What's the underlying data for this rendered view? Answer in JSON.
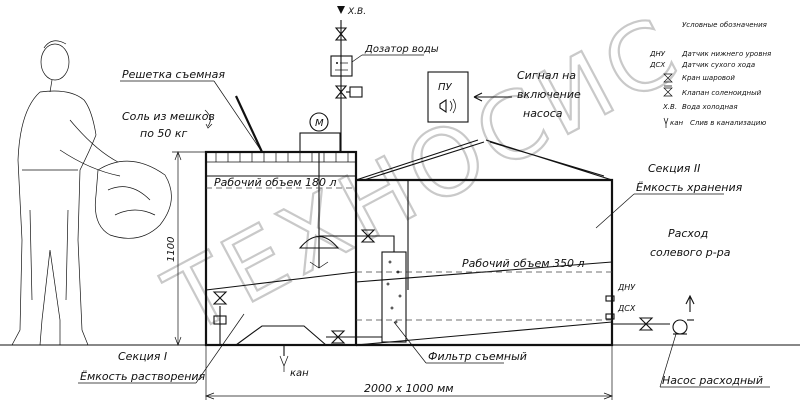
{
  "labels": {
    "cold_water_top": "Х.В.",
    "water_dispenser": "Дозатор воды",
    "legend_title": "Условные обозначения",
    "signal": [
      "Сигнал на",
      "включение",
      "насоса"
    ],
    "control_unit": "ПУ",
    "removable_grid": "Решетка съемная",
    "salt_bags": [
      "Соль из мешков",
      "по 50 кг"
    ],
    "motor": "М",
    "working_volume_1": "Рабочий объем 180 л",
    "working_volume_2": "Рабочий объем 350 л",
    "section_2": "Секция II",
    "storage_tank": "Ёмкость хранения",
    "brine_flow": [
      "Расход",
      "солевого р-ра"
    ],
    "height_dim": "1100",
    "dnu": "ДНУ",
    "dsh": "ДСХ",
    "removable_filter": "Фильтр съемный",
    "section_1": "Секция I",
    "dissolving_tank": "Ёмкость растворения",
    "drain": "кан",
    "size_dim": "2000 х 1000 мм",
    "pump": "Насос расходный"
  },
  "legend": [
    {
      "code": "ДНУ",
      "text": "Датчик нижнего уровня"
    },
    {
      "code": "ДСХ",
      "text": "Датчик сухого хода"
    },
    {
      "code": "",
      "text": "Кран шаровой"
    },
    {
      "code": "",
      "text": "Клапан соленоидный"
    },
    {
      "code": "Х.В.",
      "text": "Вода холодная"
    },
    {
      "code": "кан",
      "text": "Слив в канализацию"
    }
  ],
  "watermark": "ТЕХНОСИС"
}
